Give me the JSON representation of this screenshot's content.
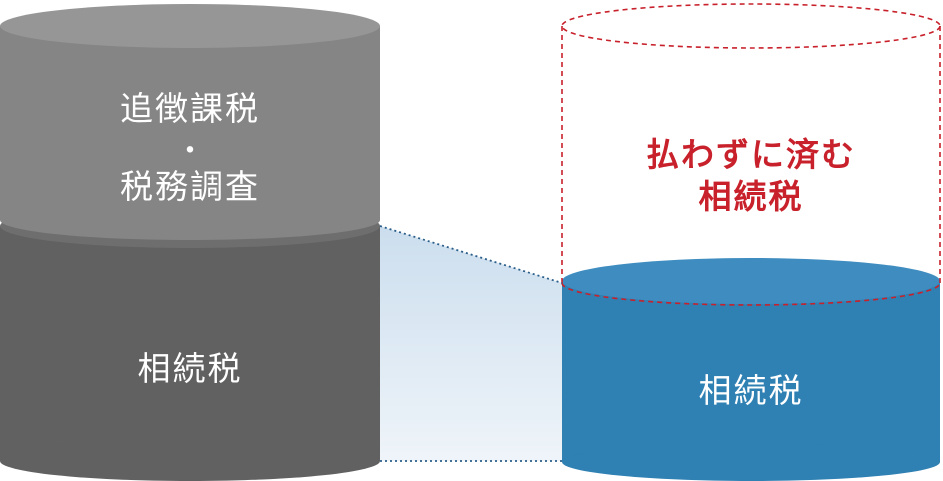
{
  "diagram": {
    "left_stack": {
      "top_segment": {
        "line1": "追徴課税",
        "separator": "・",
        "line2": "税務調査"
      },
      "bottom_segment": {
        "label": "相続税"
      }
    },
    "right_stack": {
      "unpaid_segment": {
        "line1": "払わずに済む",
        "line2": "相続税"
      },
      "paid_segment": {
        "label": "相続税"
      }
    },
    "colors": {
      "top_gray": "#858585",
      "top_gray_cap": "#969696",
      "bottom_gray": "#616161",
      "bottom_gray_cap": "#6e6e6e",
      "blue": "#2f80b3",
      "blue_cap": "#3f8dc0",
      "dashed_red": "#c8212b",
      "connector_dots": "#2a5e8a",
      "band_fill": "#d6e6f2"
    }
  }
}
